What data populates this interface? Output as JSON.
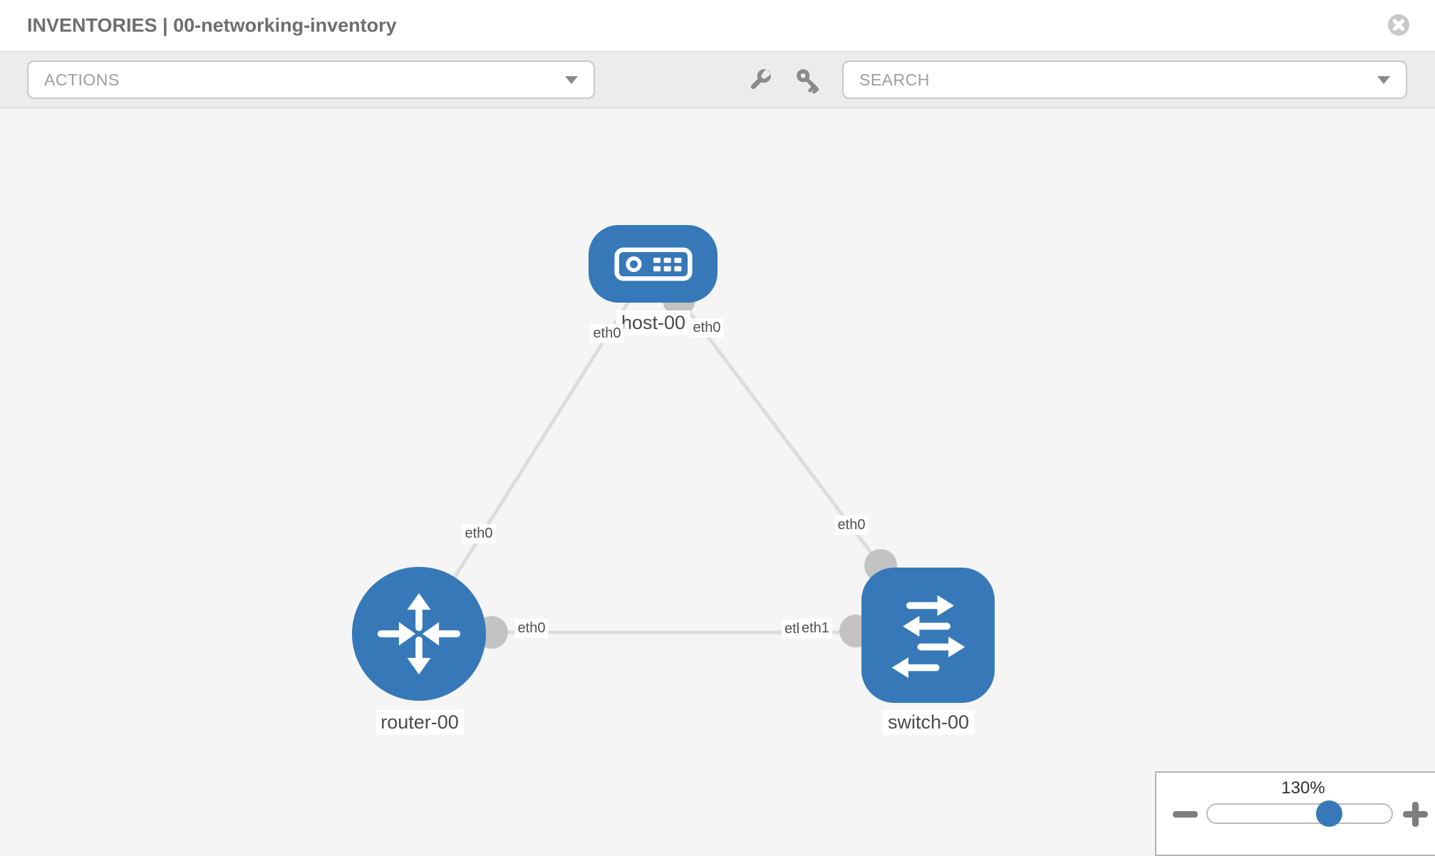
{
  "header": {
    "title": "INVENTORIES | 00-networking-inventory"
  },
  "toolbar": {
    "actions_dropdown": {
      "label": "ACTIONS"
    },
    "search_dropdown": {
      "label": "SEARCH"
    },
    "icons": [
      "wrench",
      "key"
    ]
  },
  "topology": {
    "nodes": [
      {
        "id": "host-00",
        "type": "host",
        "label": "host-00"
      },
      {
        "id": "router-00",
        "type": "router",
        "label": "router-00"
      },
      {
        "id": "switch-00",
        "type": "switch",
        "label": "switch-00"
      }
    ],
    "links": [
      {
        "id": "host-router",
        "ends": [
          {
            "node": "host-00",
            "iface": "eth0"
          },
          {
            "node": "router-00",
            "iface": "eth0"
          }
        ]
      },
      {
        "id": "host-switch",
        "ends": [
          {
            "node": "host-00",
            "iface": "eth0"
          },
          {
            "node": "switch-00",
            "iface": "eth0"
          }
        ]
      },
      {
        "id": "router-switch",
        "ends": [
          {
            "node": "router-00",
            "iface": "eth0"
          },
          {
            "node": "switch-00",
            "iface": "eth1"
          }
        ]
      }
    ]
  },
  "zoom_control": {
    "value": "130%",
    "minus_icon": "minus",
    "plus_icon": "plus"
  },
  "colors": {
    "node_blue": "#3779b8",
    "link_gray": "#dcdcdc",
    "interface_dot_gray": "#c3c3c3",
    "canvas_bg": "#f5f5f5",
    "toolbar_bg": "#ececec",
    "slider_handle_blue": "#3779b8"
  }
}
